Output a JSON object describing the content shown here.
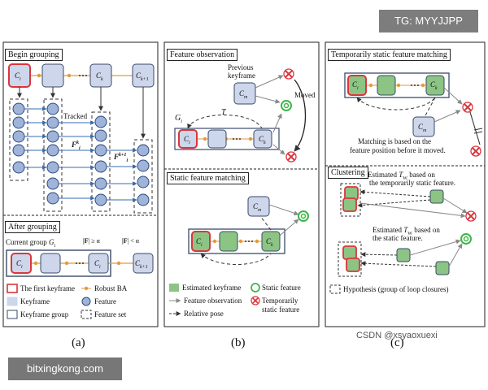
{
  "banner": "TG: MYYJJPP",
  "watermark": "bitxingkong.com",
  "csdn": "CSDN @xsyaoxuexi",
  "captions": {
    "a": "(a)",
    "b": "(b)",
    "c": "(c)"
  },
  "panel_a": {
    "title_begin": "Begin grouping",
    "title_after": "After grouping",
    "label_tracked": "Tracked",
    "label_f": "F",
    "label_f_k": "k",
    "label_f_i": "i",
    "label_f_k1": "F",
    "label_f_k1_sup": "k+1",
    "label_f_k1_sub": "i",
    "nodes": [
      "C",
      "C",
      "C"
    ],
    "node_subs": [
      "i",
      "k",
      "k+1"
    ],
    "current_group": "Current group",
    "current_group_sym": "G",
    "current_group_sub": "i",
    "cond1": "|F",
    "cond1_rest": "| ≥ α",
    "cond2": "|F",
    "cond2_rest": "| < α"
  },
  "panel_b": {
    "title_obs": "Feature observation",
    "title_static": "Static feature matching",
    "prev_kf": "Previous",
    "prev_kf2": "keyframe",
    "moved": "Moved",
    "g_label": "G",
    "g_sub": "i",
    "t_k_i": "T",
    "node_cm": "C",
    "node_cm_sub": "m",
    "node_ci": "C",
    "node_ci_sub": "i",
    "node_ck": "C",
    "node_ck_sub": "k"
  },
  "panel_c": {
    "title_temp": "Temporarily static feature matching",
    "title_cluster": "Clustering",
    "matching1": "Matching is based on the",
    "matching2": "feature position before it moved.",
    "est1_a": "Estimated",
    "est1_b": "based on",
    "est1_c": "the temporarily static feature.",
    "est2_a": "Estimated",
    "est2_b": "based on",
    "est2_c": "the static feature."
  },
  "legend_a": [
    {
      "label": "The first keyframe"
    },
    {
      "label": "Robust BA"
    },
    {
      "label": "Keyframe"
    },
    {
      "label": "Feature"
    },
    {
      "label": "Keyframe group"
    },
    {
      "label": "Feature set"
    }
  ],
  "legend_b": [
    {
      "label": "Estimated keyframe"
    },
    {
      "label": "Static feature"
    },
    {
      "label": "Feature observation"
    },
    {
      "label": "Temporarily"
    },
    {
      "label": "static feature"
    },
    {
      "label": "Relative pose"
    }
  ],
  "legend_c": [
    {
      "label": "Hypothesis (group of loop closures)"
    }
  ],
  "colors": {
    "red": "#d9363e",
    "blue_fill": "#cdd6ea",
    "blue_node": "#9fb4d8",
    "green_fill": "#8cc484",
    "green_ring": "#3fb649",
    "orange": "#e59a3c"
  }
}
